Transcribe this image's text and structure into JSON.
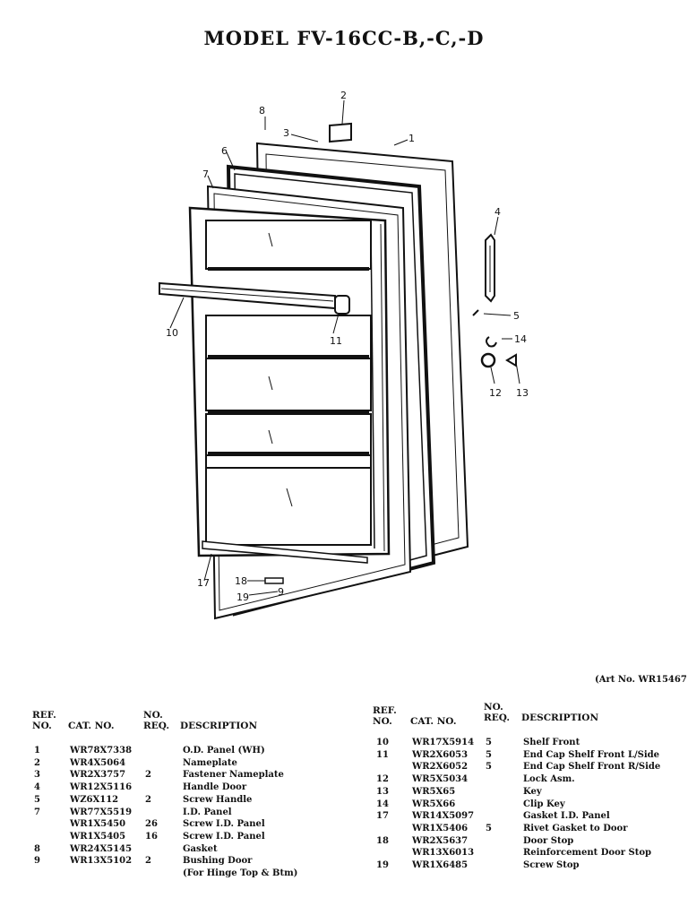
{
  "title": "MODEL FV-16CC-B,-C,-D",
  "art_no": "(Art No. WR15467",
  "headers": {
    "ref_no": [
      "REF.",
      "NO."
    ],
    "cat_no": "CAT. NO.",
    "no_req": [
      "NO.",
      "REQ."
    ],
    "description": "DESCRIPTION"
  },
  "callouts": [
    "1",
    "2",
    "3",
    "4",
    "5",
    "6",
    "7",
    "8",
    "9",
    "10",
    "11",
    "12",
    "13",
    "14",
    "17",
    "18",
    "19"
  ],
  "parts_left": [
    {
      "ref": "1",
      "cat": "WR78X7338",
      "req": "",
      "desc": "O.D. Panel (WH)"
    },
    {
      "ref": "2",
      "cat": "WR4X5064",
      "req": "",
      "desc": "Nameplate"
    },
    {
      "ref": "3",
      "cat": "WR2X3757",
      "req": "2",
      "desc": "Fastener Nameplate"
    },
    {
      "ref": "4",
      "cat": "WR12X5116",
      "req": "",
      "desc": "Handle Door"
    },
    {
      "ref": "5",
      "cat": "WZ6X112",
      "req": "2",
      "desc": "Screw Handle"
    },
    {
      "ref": "7",
      "cat": "WR77X5519",
      "req": "",
      "desc": "I.D. Panel"
    },
    {
      "ref": "",
      "cat": "WR1X5450",
      "req": "26",
      "desc": "Screw I.D. Panel"
    },
    {
      "ref": "",
      "cat": "WR1X5405",
      "req": "16",
      "desc": "Screw I.D. Panel"
    },
    {
      "ref": "8",
      "cat": "WR24X5145",
      "req": "",
      "desc": "Gasket"
    },
    {
      "ref": "9",
      "cat": "WR13X5102",
      "req": "2",
      "desc": "Bushing Door"
    },
    {
      "ref": "",
      "cat": "",
      "req": "",
      "desc": "(For Hinge Top & Btm)"
    }
  ],
  "parts_right": [
    {
      "ref": "10",
      "cat": "WR17X5914",
      "req": "5",
      "desc": "Shelf Front"
    },
    {
      "ref": "11",
      "cat": "WR2X6053",
      "req": "5",
      "desc": "End Cap Shelf Front L/Side"
    },
    {
      "ref": "",
      "cat": "WR2X6052",
      "req": "5",
      "desc": "End Cap Shelf Front R/Side"
    },
    {
      "ref": "12",
      "cat": "WR5X5034",
      "req": "",
      "desc": "Lock Asm."
    },
    {
      "ref": "13",
      "cat": "WR5X65",
      "req": "",
      "desc": "Key"
    },
    {
      "ref": "14",
      "cat": "WR5X66",
      "req": "",
      "desc": "Clip Key"
    },
    {
      "ref": "17",
      "cat": "WR14X5097",
      "req": "",
      "desc": "Gasket I.D. Panel"
    },
    {
      "ref": "",
      "cat": "WR1X5406",
      "req": "5",
      "desc": "Rivet Gasket to Door"
    },
    {
      "ref": "18",
      "cat": "WR2X5637",
      "req": "",
      "desc": "Door Stop"
    },
    {
      "ref": "",
      "cat": "WR13X6013",
      "req": "",
      "desc": "Reinforcement Door Stop"
    },
    {
      "ref": "19",
      "cat": "WR1X6485",
      "req": "",
      "desc": "Screw Stop"
    }
  ]
}
